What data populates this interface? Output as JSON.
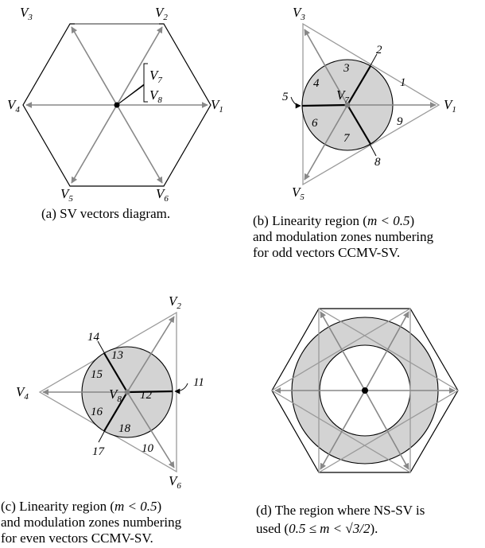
{
  "colors": {
    "vector": "#888888",
    "region_fill": "#d3d3d3",
    "outline": "#000000",
    "triangle": "#9a9a9a"
  },
  "panel_a": {
    "labels": {
      "v1": {
        "main": "V",
        "sub": "1"
      },
      "v2": {
        "main": "V",
        "sub": "2"
      },
      "v3": {
        "main": "V",
        "sub": "3"
      },
      "v4": {
        "main": "V",
        "sub": "4"
      },
      "v5": {
        "main": "V",
        "sub": "5"
      },
      "v6": {
        "main": "V",
        "sub": "6"
      },
      "v7": {
        "main": "V",
        "sub": "7"
      },
      "v8": {
        "main": "V",
        "sub": "8"
      }
    },
    "caption": "(a) SV vectors diagram."
  },
  "panel_b": {
    "labels": {
      "v1": {
        "main": "V",
        "sub": "1"
      },
      "v3": {
        "main": "V",
        "sub": "3"
      },
      "v5": {
        "main": "V",
        "sub": "5"
      },
      "v7": {
        "main": "V",
        "sub": "7"
      }
    },
    "zones": [
      "1",
      "2",
      "3",
      "4",
      "5",
      "6",
      "7",
      "8",
      "9"
    ],
    "caption_l1_pre": "(b) Linearity region (",
    "caption_l1_math": "m < 0.5",
    "caption_l1_post": ")",
    "caption_l2": "and modulation zones numbering",
    "caption_l3": "for odd vectors CCMV-SV."
  },
  "panel_c": {
    "labels": {
      "v2": {
        "main": "V",
        "sub": "2"
      },
      "v4": {
        "main": "V",
        "sub": "4"
      },
      "v6": {
        "main": "V",
        "sub": "6"
      },
      "v8": {
        "main": "V",
        "sub": "8"
      }
    },
    "zones": [
      "10",
      "11",
      "12",
      "13",
      "14",
      "15",
      "16",
      "17",
      "18"
    ],
    "caption_l1_pre": "(c) Linearity region (",
    "caption_l1_math": "m < 0.5",
    "caption_l1_post": ")",
    "caption_l2": "and modulation zones numbering",
    "caption_l3": "for even vectors CCMV-SV."
  },
  "panel_d": {
    "caption_l1": "(d) The region where NS-SV is",
    "caption_l2_pre": "used (",
    "caption_l2_math": "0.5 ≤ m < √3/2",
    "caption_l2_post": ")."
  }
}
